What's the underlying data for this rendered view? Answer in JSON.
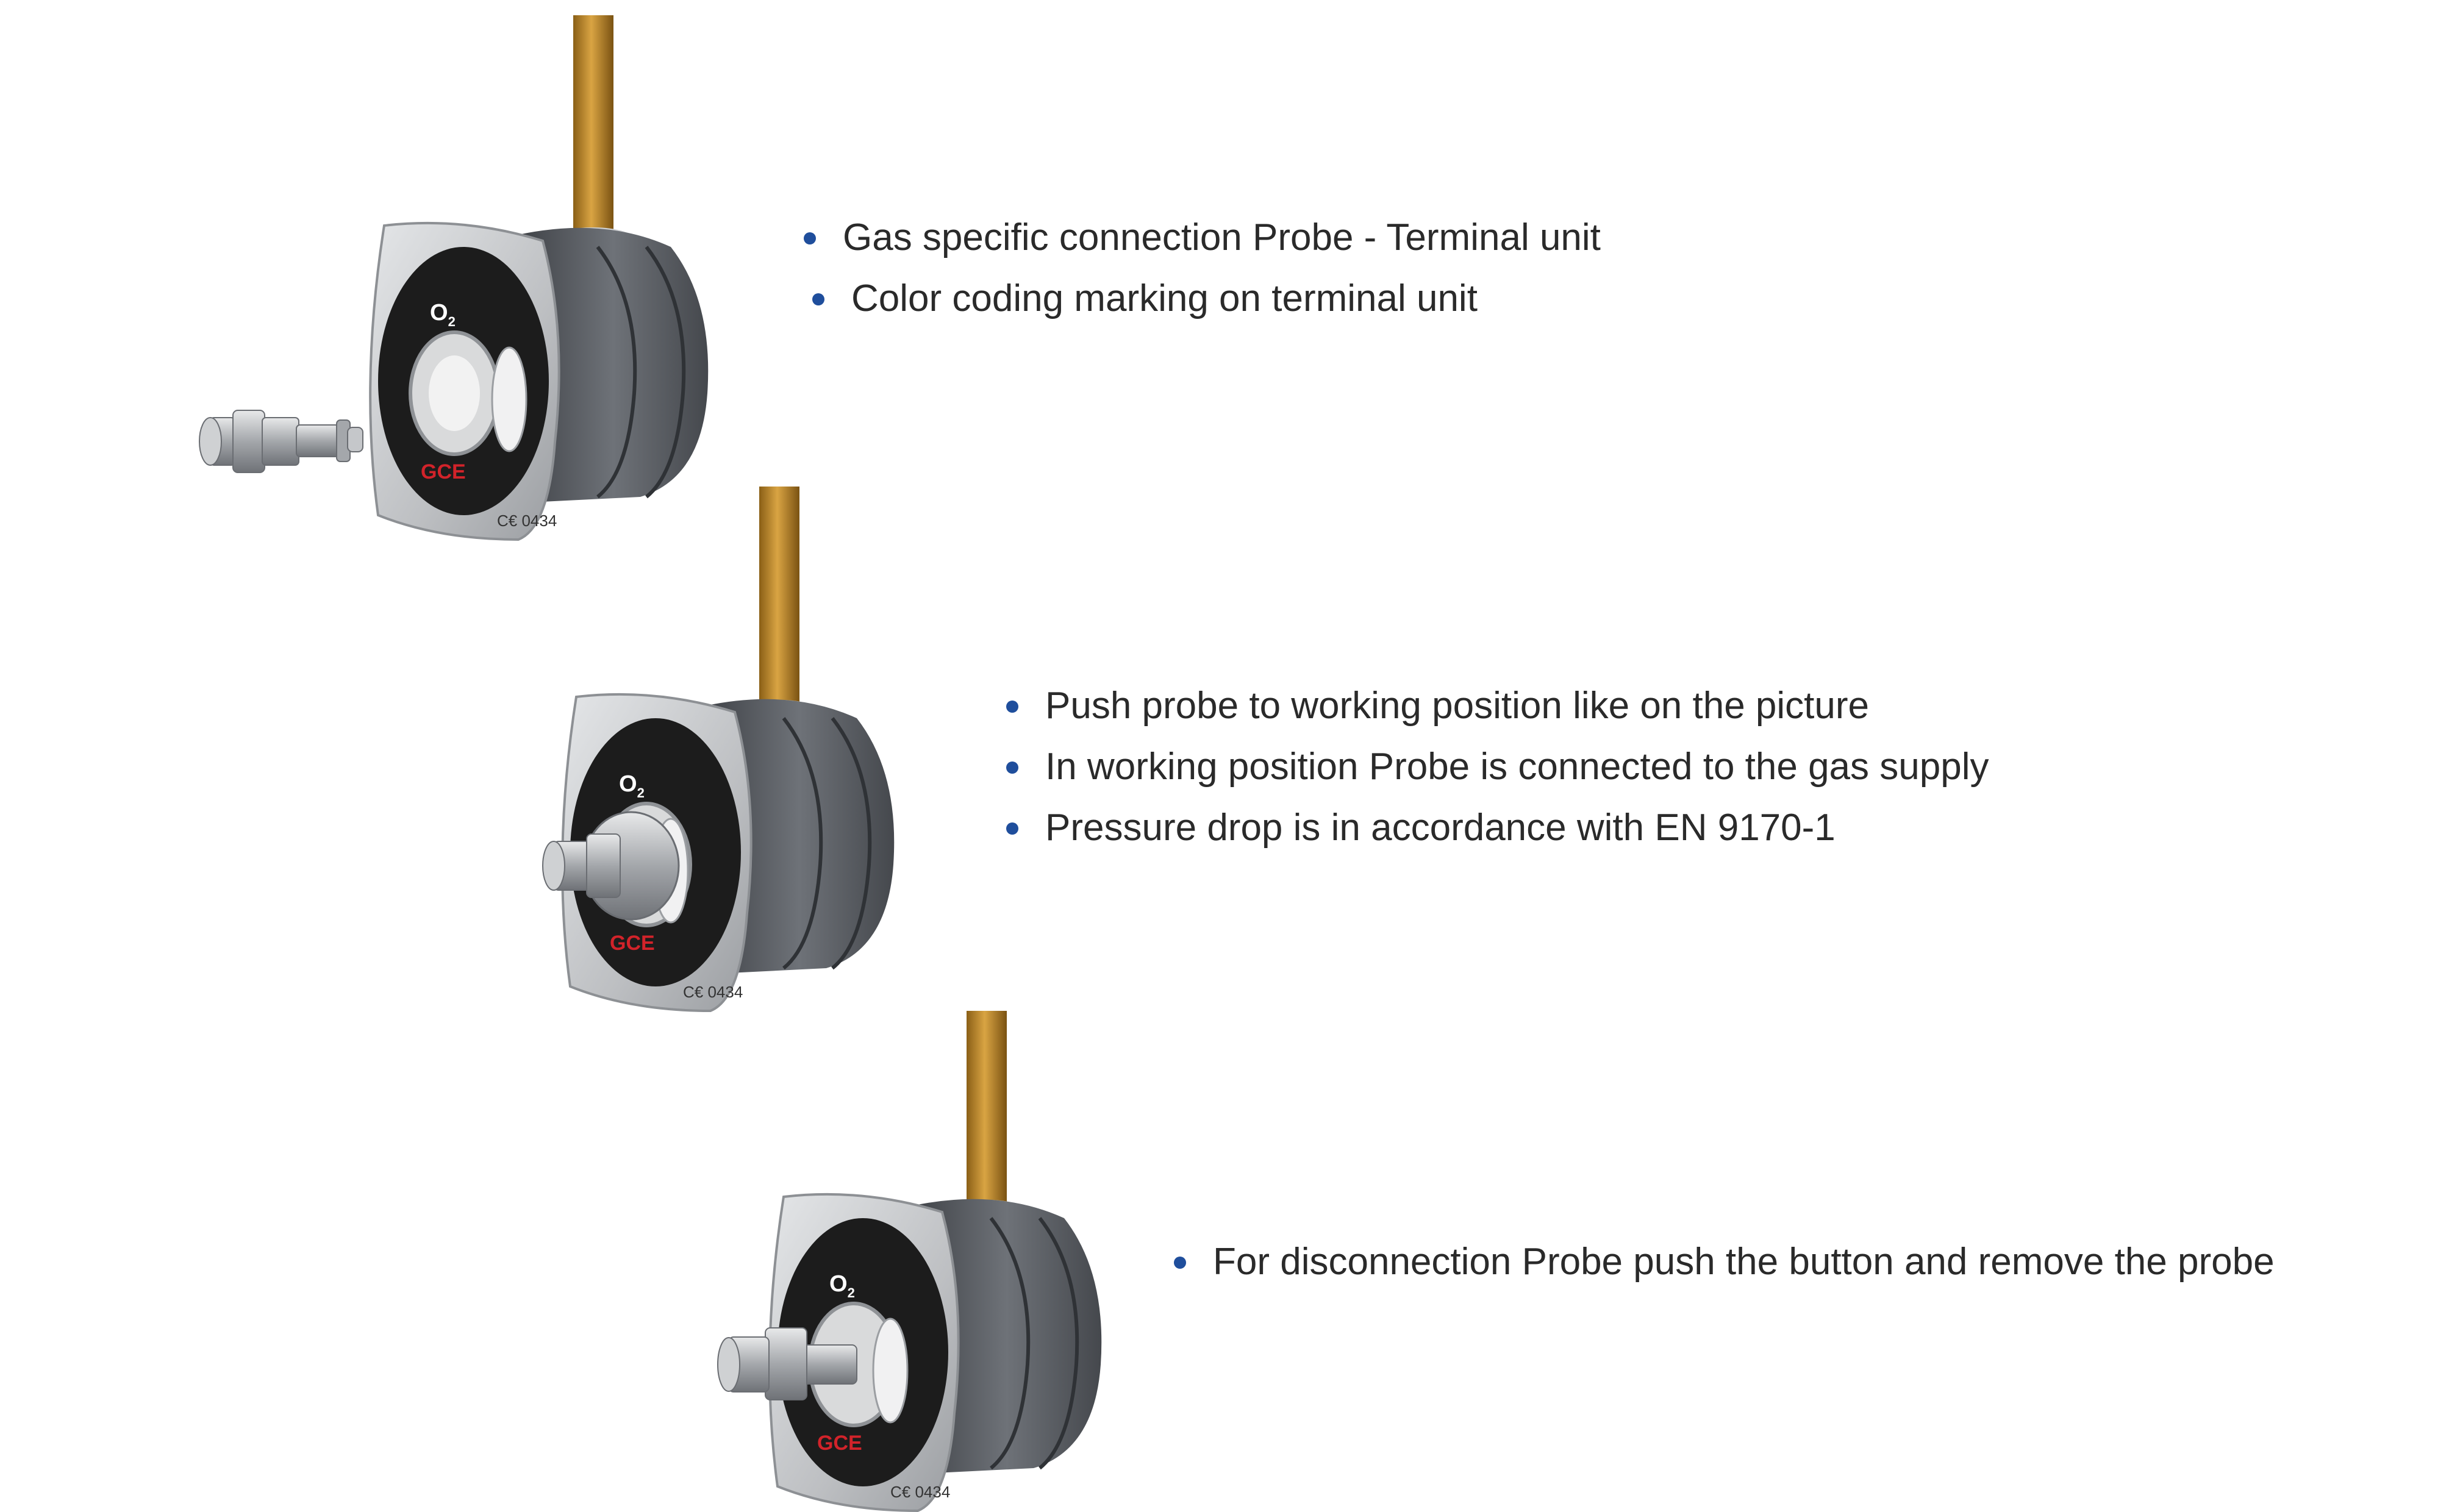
{
  "colors": {
    "bullet": "#1f4e9c",
    "text": "#2a2a2a",
    "pipe": "#b8862a",
    "faceplate": "#c9cbcd",
    "body": "#5d6166",
    "ring": "#1c1c1c",
    "logo": "#d2232a"
  },
  "steps": [
    {
      "bullets": [
        "Gas specific connection Probe - Terminal unit",
        "Color coding marking on terminal unit"
      ],
      "probe_state": "detached"
    },
    {
      "bullets": [
        "Push probe to working position like on the picture",
        "In working position Probe is connected to the gas supply",
        "Pressure drop is in accordance with EN 9170-1"
      ],
      "probe_state": "inserted"
    },
    {
      "bullets": [
        "For disconnection Probe push the button and remove the probe"
      ],
      "probe_state": "released"
    }
  ],
  "unit_labels": {
    "gas": "O",
    "gas_sub": "2",
    "brand": "GCE",
    "cert": "C€ 0434"
  }
}
